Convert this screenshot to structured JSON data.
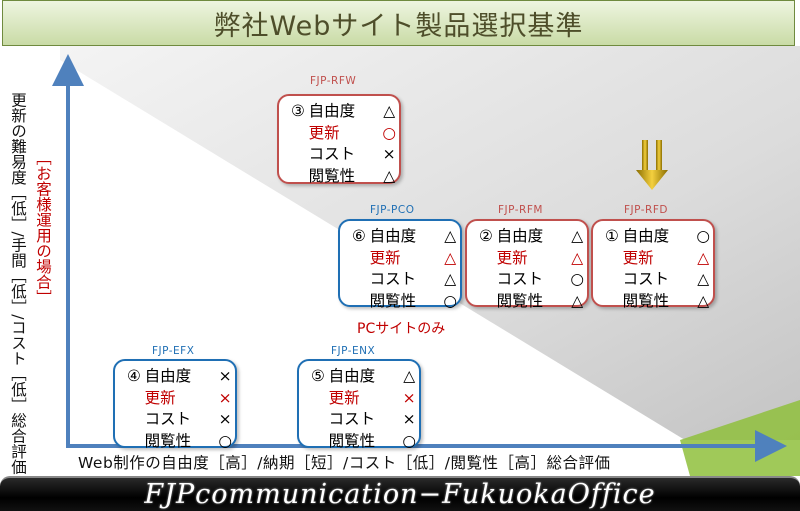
{
  "title": "弊社Webサイト製品選択基準",
  "footer": "FJPcommunication−FukuokaOffice",
  "x_axis_label": "Web制作の自由度［高］/納期［短］/コスト［低］/閲覧性［高］総合評価",
  "y_axis_label": "更新の難易度［低］/手間［低］/コスト［低］総合評価",
  "y_axis_sublabel": "［お客様運用の場合］",
  "pc_only_note": "PCサイトのみ",
  "criteria": [
    "自由度",
    "更新",
    "コスト",
    "閲覧性"
  ],
  "products": {
    "rfw": {
      "tag": "FJP-RFW",
      "num": "③",
      "ratings": [
        "△",
        "○",
        "×",
        "△"
      ]
    },
    "pco": {
      "tag": "FJP-PCO",
      "num": "⑥",
      "ratings": [
        "△",
        "△",
        "△",
        "○"
      ]
    },
    "rfm": {
      "tag": "FJP-RFM",
      "num": "②",
      "ratings": [
        "△",
        "△",
        "○",
        "△"
      ]
    },
    "rfd": {
      "tag": "FJP-RFD",
      "num": "①",
      "ratings": [
        "○",
        "△",
        "△",
        "△"
      ]
    },
    "efx": {
      "tag": "FJP-EFX",
      "num": "④",
      "ratings": [
        "×",
        "×",
        "×",
        "○"
      ]
    },
    "enx": {
      "tag": "FJP-ENX",
      "num": "⑤",
      "ratings": [
        "△",
        "×",
        "×",
        "○"
      ]
    }
  },
  "colors": {
    "red_border": "#c0504d",
    "blue_border": "#1f6fb4",
    "update_text": "#c00000",
    "axis": "#4f81bd",
    "arrow": "#e0b000"
  }
}
